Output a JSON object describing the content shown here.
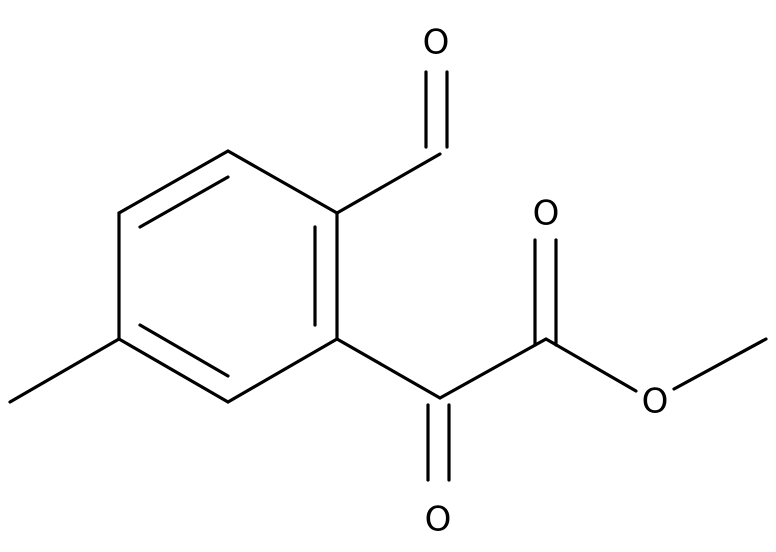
{
  "molecule": {
    "atoms": {
      "aldehyde_oxygen": "O",
      "ester_carbonyl_oxygen": "O",
      "ester_oxygen": "O",
      "keto_oxygen": "O"
    },
    "colors": {
      "bond": "#000000",
      "label": "#000000",
      "background": "#ffffff"
    }
  }
}
